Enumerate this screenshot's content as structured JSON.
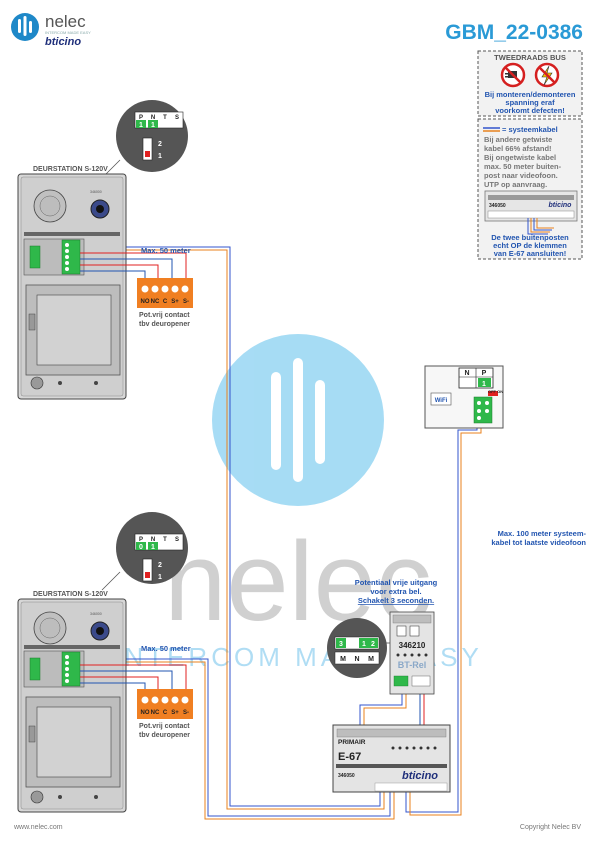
{
  "header": {
    "brand_name": "nelec",
    "brand_tagline": "INTERCOM MADE EASY",
    "partner_logo": "bticino",
    "doc_number": "GBM_22-0386"
  },
  "info_panel": {
    "title": "TWEEDRAADS BUS",
    "warning_lines": [
      "Bij monteren/demonteren",
      "spanning eraf",
      "voorkomt defecten!"
    ],
    "cable_legend": "= systeemkabel",
    "cable_lines": [
      "Bij andere getwiste",
      "kabel 66% afstand!",
      "Bij ongetwiste kabel",
      "max. 50 meter buiten-",
      "post naar videofoon.",
      "UTP op aanvraag."
    ],
    "module_code": "346050",
    "module_brand": "bticino",
    "bottom_lines": [
      "De twee buitenposten",
      "echt OP de klemmen",
      "van E-67 aansluiten!"
    ]
  },
  "door_station_top": {
    "title": "DEURSTATION S-120V",
    "dip_labels": [
      "P",
      "N",
      "T",
      "S"
    ],
    "dip_values": [
      "1",
      "1",
      "",
      ""
    ],
    "switch_positions": [
      "2",
      "1"
    ],
    "module_label": "346000",
    "distance": "Max. 50 meter",
    "relay_terminals": [
      "NO",
      "NC",
      "C",
      "S+",
      "S-"
    ],
    "relay_caption": [
      "Pot.vrij contact",
      "tbv deuropener"
    ]
  },
  "door_station_bottom": {
    "title": "DEURSTATION S-120V",
    "dip_labels": [
      "P",
      "N",
      "T",
      "S"
    ],
    "dip_values": [
      "0",
      "1",
      "",
      ""
    ],
    "switch_positions": [
      "2",
      "1"
    ],
    "module_label": "346000",
    "distance": "Max. 50 meter",
    "relay_terminals": [
      "NO",
      "NC",
      "C",
      "S+",
      "S-"
    ],
    "relay_caption": [
      "Pot.vrij contact",
      "tbv deuropener"
    ]
  },
  "videophone": {
    "dip_labels": [
      "N",
      "P"
    ],
    "dip_values": [
      "",
      "1"
    ],
    "wifi_label": "WiFi",
    "off_on": "OFF ON",
    "distance_lines": [
      "Max. 100 meter systeem-",
      "kabel tot laatste videofoon"
    ]
  },
  "relay_module": {
    "note_lines": [
      "Potentiaal vrije uitgang",
      "voor extra bel.",
      "Schakelt 3 seconden."
    ],
    "code": "346210",
    "name": "BT-Rel",
    "zoom_terminals": [
      "3",
      "1",
      "2"
    ],
    "zoom_labels": [
      "M",
      "N",
      "M"
    ]
  },
  "power_supply": {
    "primary_label": "PRIMAIR",
    "model": "E-67",
    "code": "346050",
    "brand": "bticino"
  },
  "watermark": {
    "word": "nelec",
    "tagline": "INTERCOM MADE EASY"
  },
  "footer": {
    "website": "www.nelec.com",
    "copyright": "Copyright Nelec BV"
  },
  "colors": {
    "brand_blue": "#1e88c8",
    "title_blue": "#2a9ad6",
    "bus_orange": "#e8821e",
    "bus_blue": "#3355cc",
    "relay_orange": "#f07f22",
    "warning_red": "#d52020",
    "dip_green": "#2fb84a",
    "label_blue": "#2255b0"
  }
}
